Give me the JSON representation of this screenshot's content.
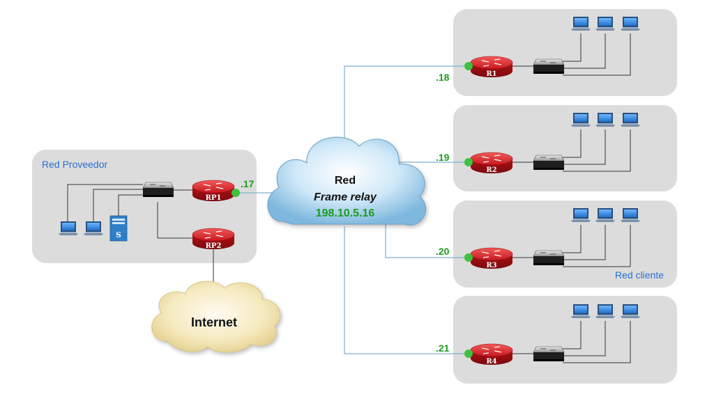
{
  "provider": {
    "label": "Red Proveedor",
    "router_main": "RP1",
    "router_internet": "RP2",
    "server": "S",
    "interface": ".17"
  },
  "frame_relay": {
    "line1": "Red",
    "line2": "Frame relay",
    "network": "198.10.5.16"
  },
  "internet": {
    "label": "Internet"
  },
  "clients": {
    "label": "Red cliente",
    "sites": [
      {
        "router": "R1",
        "interface": ".18"
      },
      {
        "router": "R2",
        "interface": ".19"
      },
      {
        "router": "R3",
        "interface": ".20"
      },
      {
        "router": "R4",
        "interface": ".21"
      }
    ]
  },
  "colors": {
    "panel": "#dcdcdc",
    "router": "#c8181e",
    "interface_dot": "#3cc23c",
    "label_blue": "#2a6fd1",
    "label_green": "#1f9a1f",
    "frame_cloud": "#b6dcf2",
    "internet_cloud": "#f3e7b4"
  }
}
